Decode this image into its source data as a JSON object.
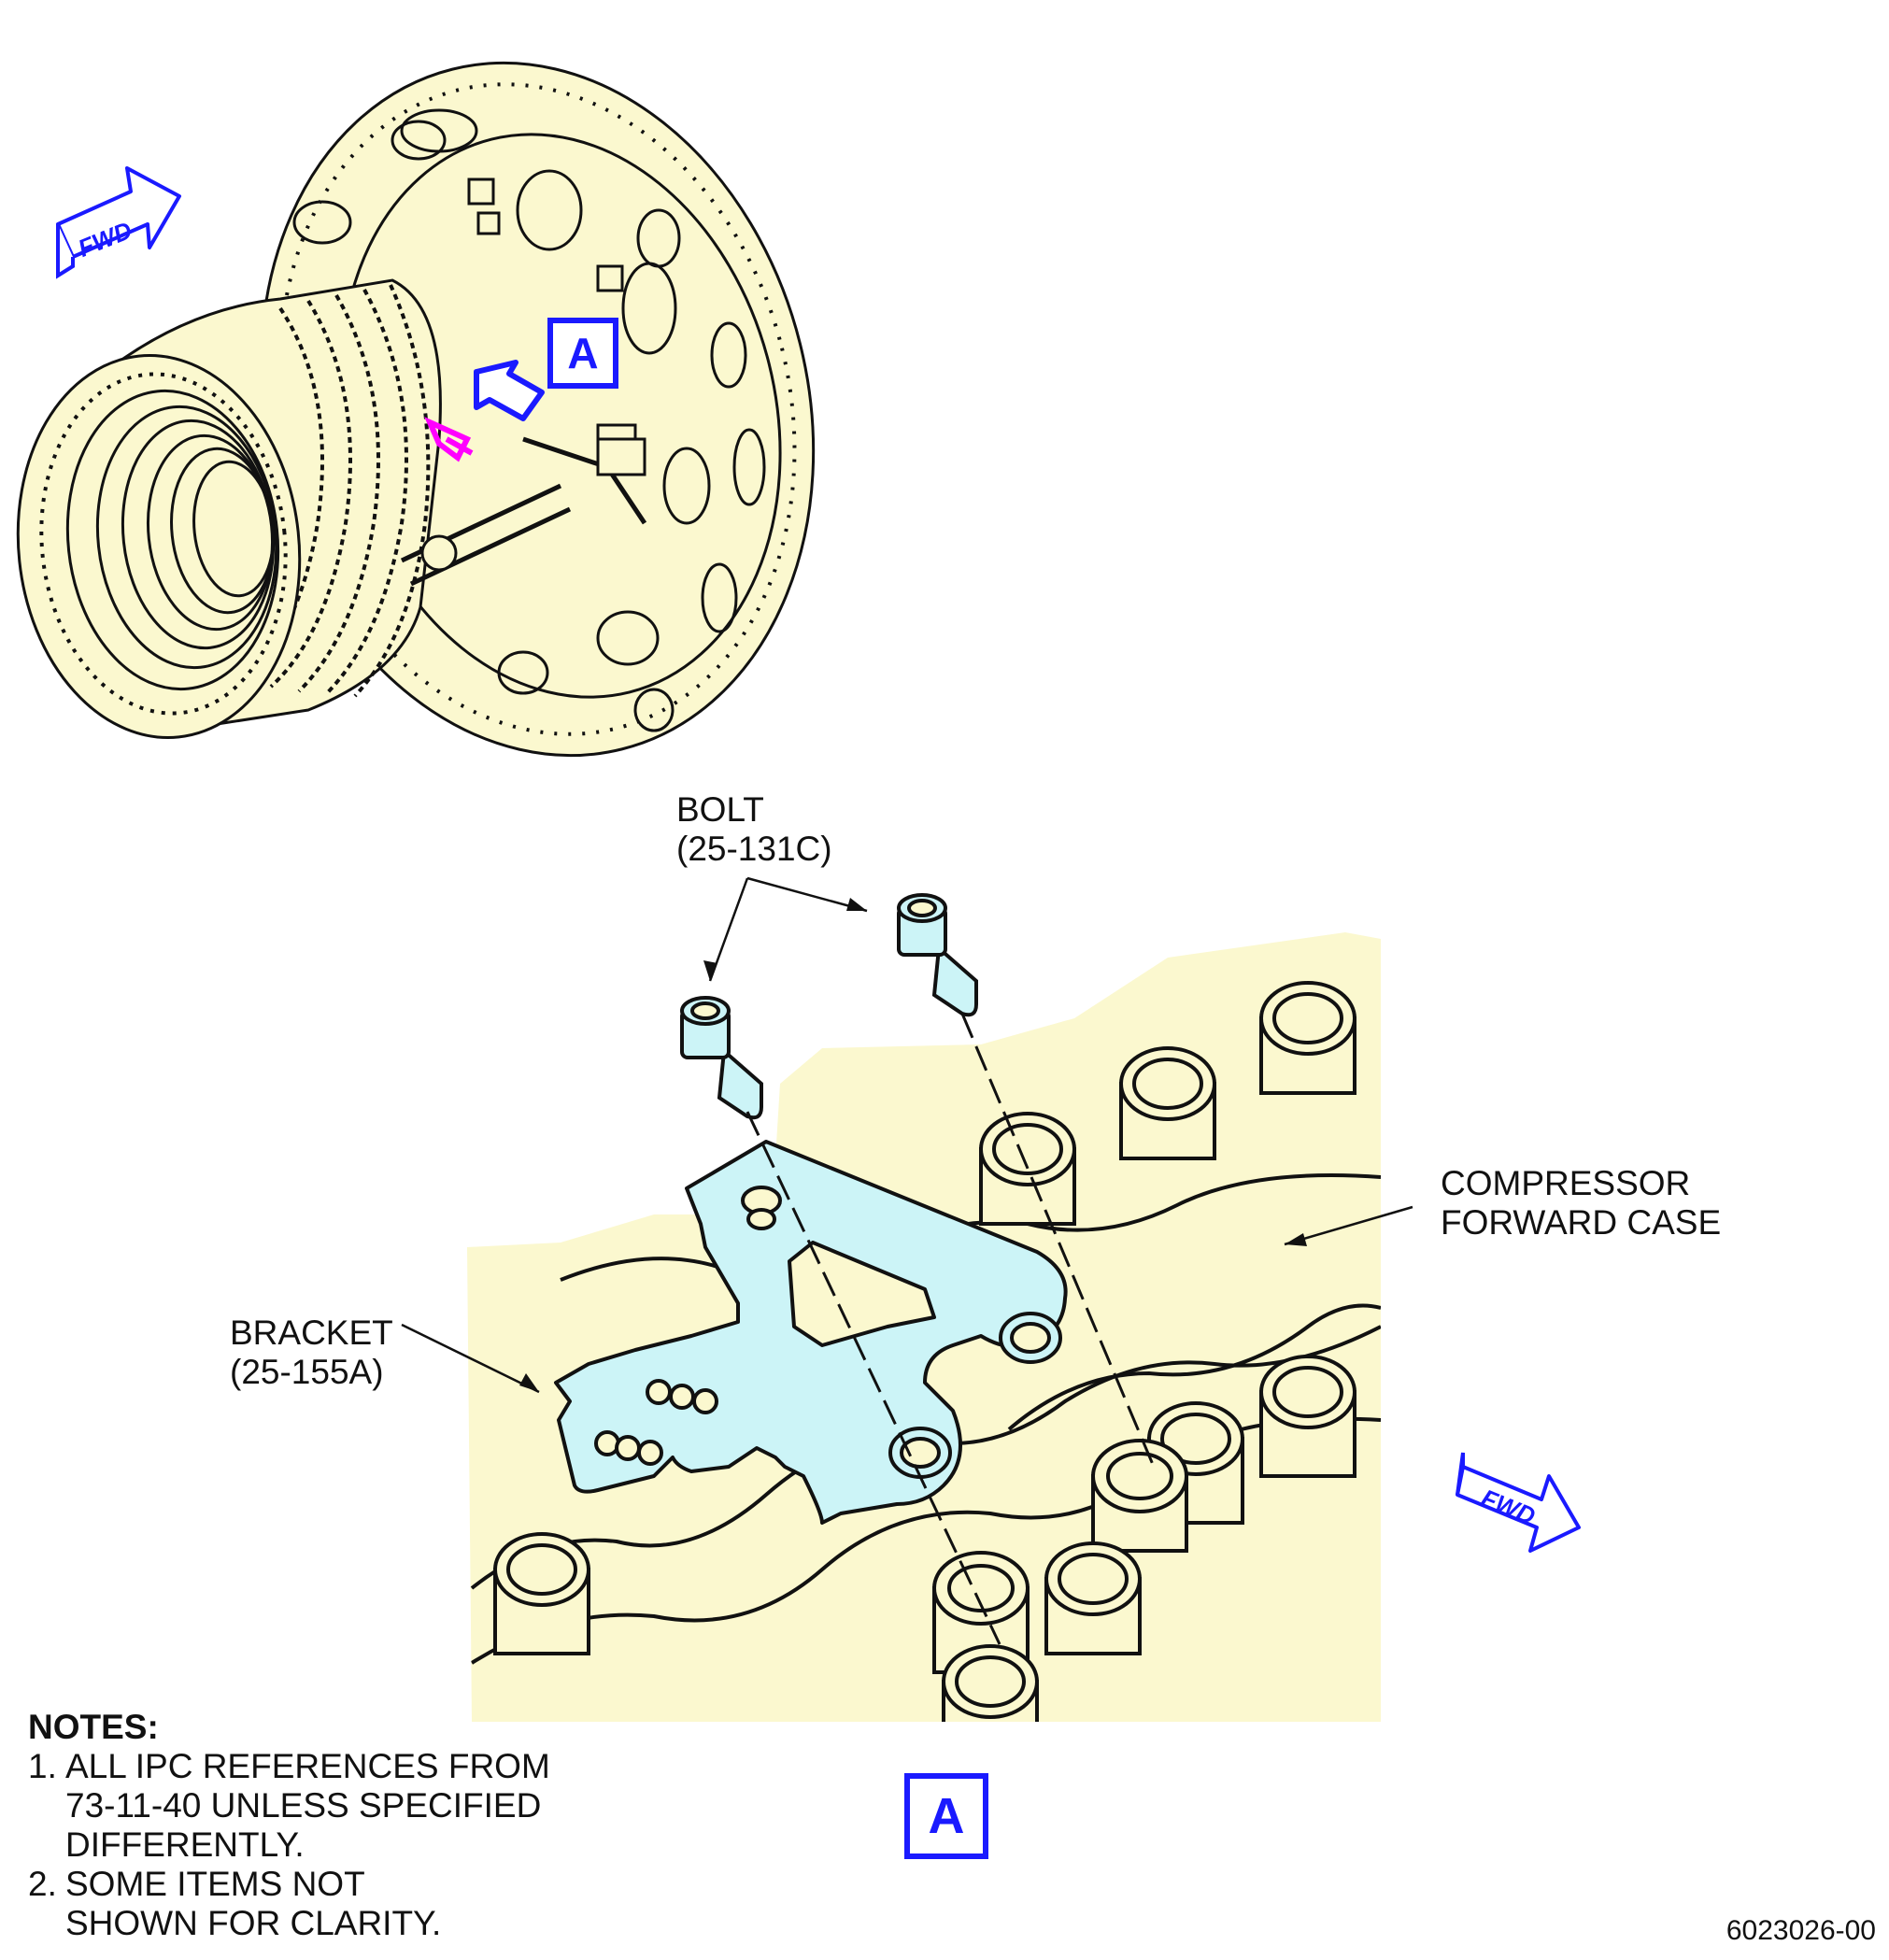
{
  "figure_id": "6023026-00",
  "fwd_label": "FWD",
  "view_label": "A",
  "bolt": {
    "name": "BOLT",
    "ref": "(25-131C)"
  },
  "bracket": {
    "name": "BRACKET",
    "ref": "(25-155A)"
  },
  "case": {
    "line1": "COMPRESSOR",
    "line2": "FORWARD CASE"
  },
  "notes": {
    "header": "NOTES:",
    "items": [
      {
        "num": "1.",
        "lines": [
          "ALL IPC REFERENCES FROM",
          "73-11-40 UNLESS SPECIFIED",
          "DIFFERENTLY."
        ]
      },
      {
        "num": "2.",
        "lines": [
          "SOME ITEMS NOT",
          "SHOWN FOR CLARITY."
        ]
      }
    ]
  },
  "colors": {
    "part_fill": "#fbf8cf",
    "highlight": "#ccf4f7",
    "callout_blue": "#1a1aff",
    "marker": "#ff00ff"
  }
}
